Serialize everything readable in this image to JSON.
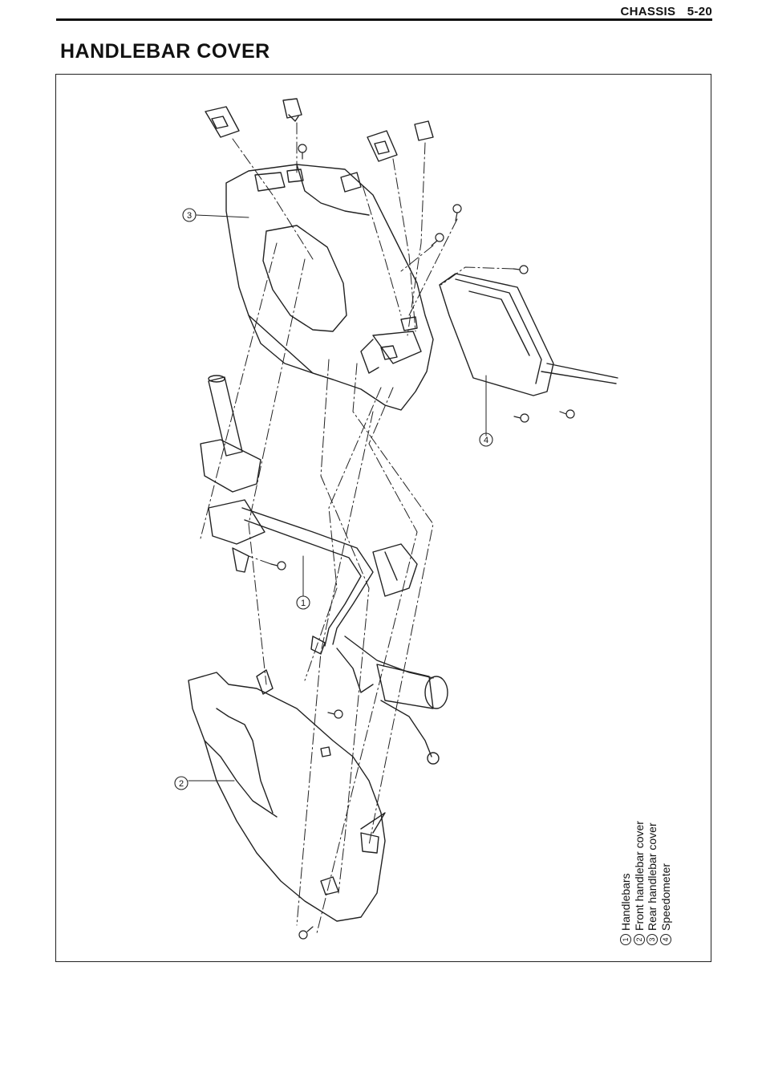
{
  "header": {
    "section": "CHASSIS",
    "page_number": "5-20"
  },
  "title": "HANDLEBAR COVER",
  "figure": {
    "callouts": [
      {
        "number": "1",
        "label": "Handlebars"
      },
      {
        "number": "2",
        "label": "Front handlebar cover"
      },
      {
        "number": "3",
        "label": "Rear handlebar cover"
      },
      {
        "number": "4",
        "label": "Speedometer"
      }
    ]
  }
}
